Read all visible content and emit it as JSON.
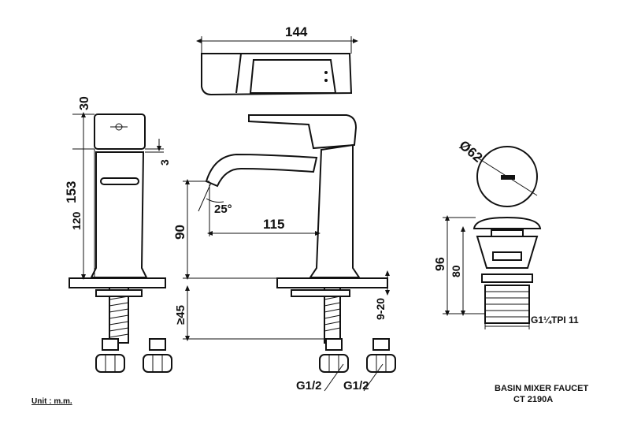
{
  "dimensions": {
    "width_top": "144",
    "handle_height": "30",
    "total_height": "153",
    "body_height": "120",
    "gap": "3",
    "spout_angle": "25°",
    "spout_reach": "115",
    "spout_height": "90",
    "min_shank": "≥45",
    "deck_thickness": "9-20",
    "waste_diameter": "Ø62",
    "waste_height_total": "96",
    "waste_height_body": "80",
    "waste_thread": "G1¼TPI 11",
    "hose_thread_left": "G1/2",
    "hose_thread_right": "G1/2"
  },
  "notes": {
    "unit": "Unit : m.m.",
    "product_name": "BASIN MIXER  FAUCET",
    "product_code": "CT 2190A"
  }
}
